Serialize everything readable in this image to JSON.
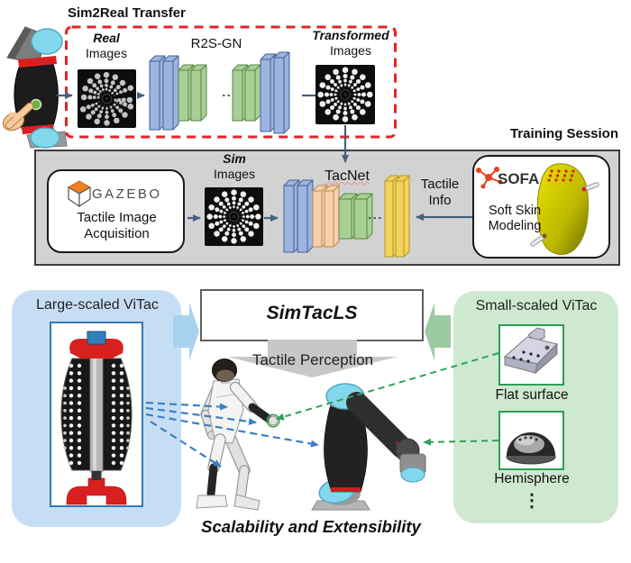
{
  "figure": {
    "title": "Sim2Real Transfer",
    "training_label": "Training Session",
    "real_label": {
      "line1": "Real",
      "line2": "Images"
    },
    "r2sgn_label": "R2S-GN",
    "transformed_label": {
      "line1": "Transformed",
      "line2": "Images"
    },
    "gazebo": {
      "logo": "GAZEBO",
      "line1": "Tactile Image",
      "line2": "Acquisition"
    },
    "sim_label": {
      "line1": "Sim",
      "line2": "Images"
    },
    "tacnet_label": "TacNet",
    "tactile_info": {
      "line1": "Tactile",
      "line2": "Info"
    },
    "sofa": {
      "logo": "SOFA",
      "line1": "Soft Skin",
      "line2": "Modeling"
    },
    "large_vitac_label": "Large-scaled ViTac",
    "simtacls_label": "SimTacLS",
    "perception_label": "Tactile Perception",
    "small_vitac_label": "Small-scaled ViTac",
    "flat_label": "Flat surface",
    "hemisphere_label": "Hemisphere",
    "ellipsis": "⋮",
    "caption": "Scalability and Extensibility"
  },
  "colors": {
    "red_dashed": "#e02525",
    "training_box_fill": "#d2d2d2",
    "arrow_solid": "#46607e",
    "arrow_blue_dashed": "#3b7fc4",
    "arrow_green_dashed": "#2fa05a",
    "block_blue": "#9db4de",
    "block_blue_stroke": "#44619e",
    "block_green": "#a9cf97",
    "block_green_stroke": "#57873f",
    "block_peach": "#f6d0ab",
    "block_peach_stroke": "#bf8a50",
    "block_yellow": "#f2d45c",
    "block_yellow_stroke": "#b2952c",
    "large_box_fill": "#c6def4",
    "small_box_fill": "#cfe9d0",
    "chevron_blue": "#a9d2f1",
    "chevron_green": "#9ccaa3",
    "gray_arrow": "#c7c7c7",
    "gazebo_orange": "#f08020",
    "sofa_red": "#e84020",
    "sensor_red": "#d92020",
    "joint_cyan": "#82d7ec"
  }
}
